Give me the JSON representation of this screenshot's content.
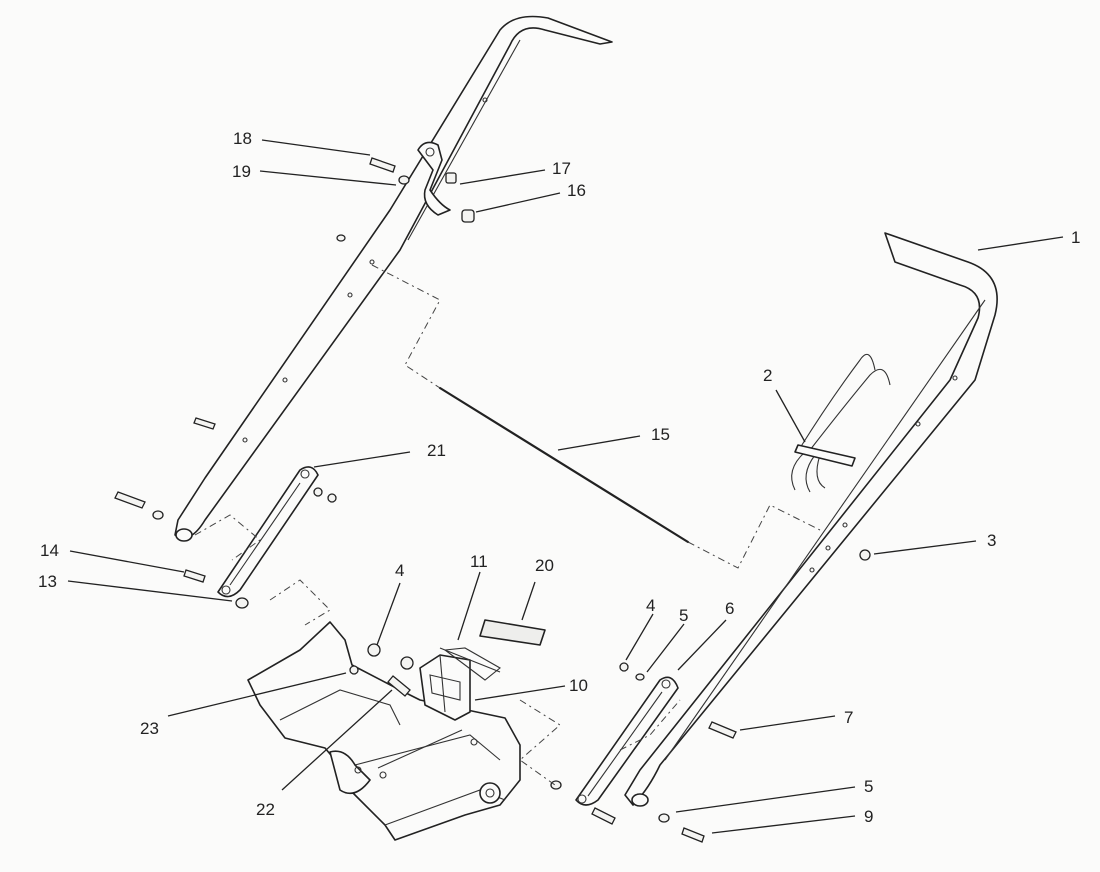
{
  "callouts": [
    {
      "id": "c1",
      "label": "1"
    },
    {
      "id": "c2",
      "label": "2"
    },
    {
      "id": "c3",
      "label": "3"
    },
    {
      "id": "c4a",
      "label": "4"
    },
    {
      "id": "c4b",
      "label": "4"
    },
    {
      "id": "c5a",
      "label": "5"
    },
    {
      "id": "c5b",
      "label": "5"
    },
    {
      "id": "c6",
      "label": "6"
    },
    {
      "id": "c7",
      "label": "7"
    },
    {
      "id": "c9",
      "label": "9"
    },
    {
      "id": "c10",
      "label": "10"
    },
    {
      "id": "c11",
      "label": "11"
    },
    {
      "id": "c13",
      "label": "13"
    },
    {
      "id": "c14",
      "label": "14"
    },
    {
      "id": "c15",
      "label": "15"
    },
    {
      "id": "c16",
      "label": "16"
    },
    {
      "id": "c17",
      "label": "17"
    },
    {
      "id": "c18",
      "label": "18"
    },
    {
      "id": "c19",
      "label": "19"
    },
    {
      "id": "c20",
      "label": "20"
    },
    {
      "id": "c21",
      "label": "21"
    },
    {
      "id": "c22",
      "label": "22"
    },
    {
      "id": "c23",
      "label": "23"
    }
  ]
}
